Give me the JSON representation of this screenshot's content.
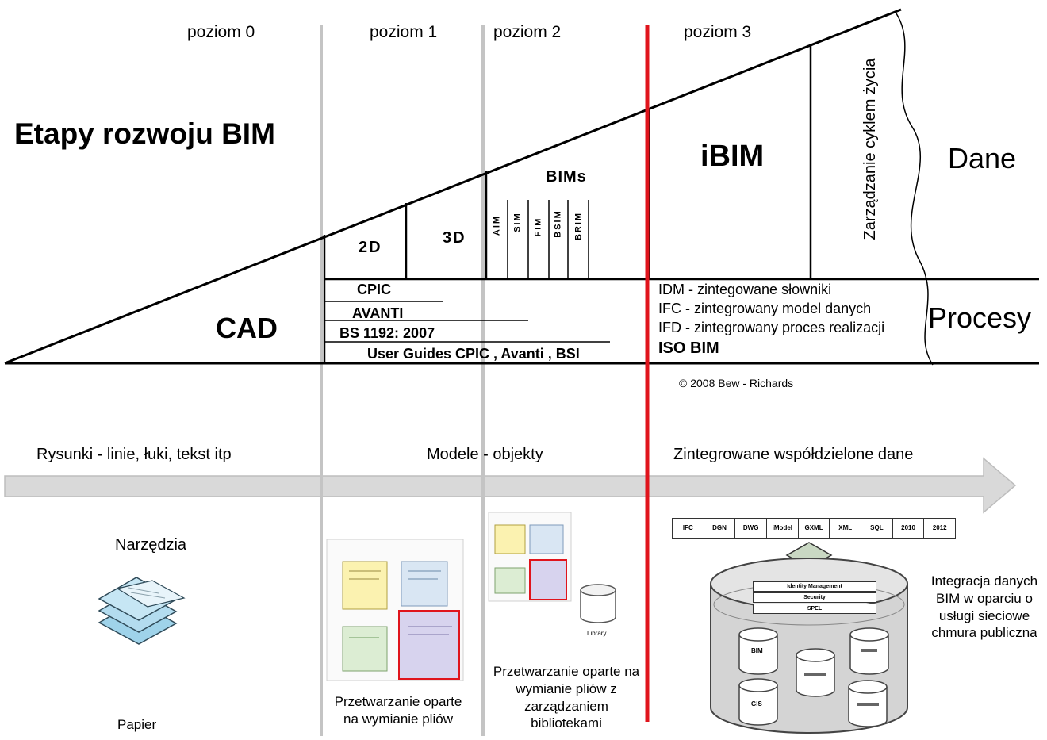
{
  "levels": [
    "poziom 0",
    "poziom 1",
    "poziom 2",
    "poziom 3"
  ],
  "title": "Etapy rozwoju BIM",
  "wedge": {
    "cad": "CAD",
    "d2": "2D",
    "d3": "3D",
    "bims": "BIMs",
    "bims_items": [
      "AIM",
      "SIM",
      "FIM",
      "BSIM",
      "BRIM"
    ],
    "ibim": "iBIM",
    "lifecycle": "Zarządzanie cyklem życia",
    "dane": "Dane",
    "procesy": "Procesy"
  },
  "standards": [
    "CPIC",
    "AVANTI",
    "BS 1192: 2007",
    "User Guides CPIC , Avanti , BSI"
  ],
  "processes": [
    "IDM - zintegowane słowniki",
    "IFC - zintegrowany model danych",
    "IFD - zintegrowany proces realizacji",
    "ISO BIM"
  ],
  "copyright": "© 2008 Bew - Richards",
  "phases": [
    "Rysunki - linie, łuki, tekst itp",
    "Modele - objekty",
    "Zintegrowane współdzielone dane"
  ],
  "tools": {
    "heading": "Narzędzia",
    "paper": "Papier",
    "exchange": "Przetwarzanie oparte na wymianie pliów",
    "exchange_library": "Przetwarzanie oparte na wymianie pliów z zarządzaniem bibliotekami",
    "library_label": "Library",
    "integration": "Integracja danych BIM w oparciu o usługi sieciowe chmura publiczna"
  },
  "formats": [
    "IFC",
    "DGN",
    "DWG",
    "iModel",
    "GXML",
    "XML",
    "SQL",
    "2010",
    "2012"
  ],
  "cloud_layers": [
    "Identity Management",
    "Security",
    "SPEL"
  ],
  "cloud_dbs": [
    "BIM",
    "GIS"
  ],
  "colors": {
    "divider": "#c4c4c4",
    "red_line": "#e0141c",
    "arrow": "#d9d9d9",
    "paper": "#9fd3ea"
  }
}
